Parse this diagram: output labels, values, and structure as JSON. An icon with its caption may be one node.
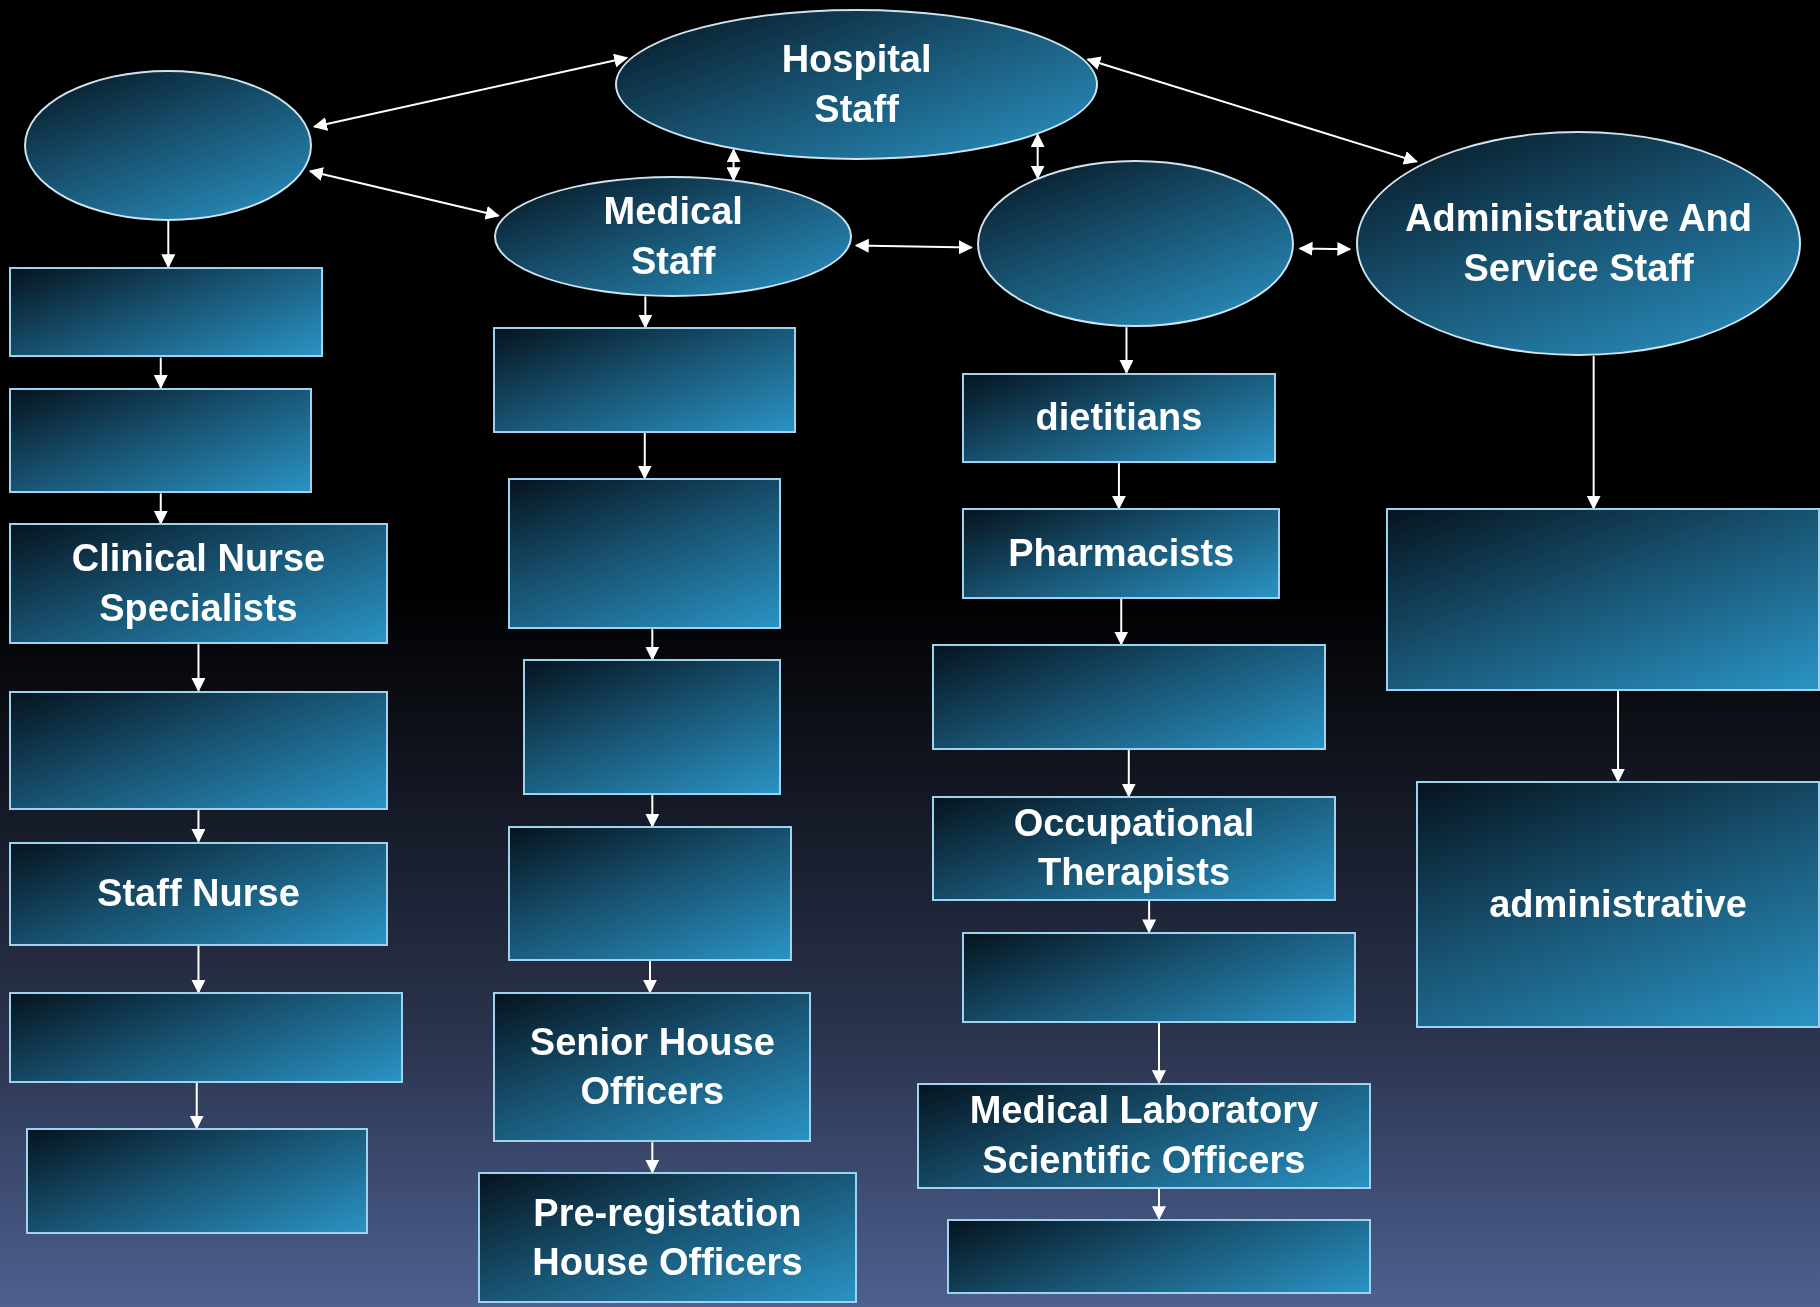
{
  "diagram": {
    "nodes": [
      {
        "text": [
          "Hospital Staff"
        ]
      },
      {
        "text": [],
        "shape": "ellipse"
      },
      {
        "text": [
          "Medical Staff"
        ]
      },
      {
        "text": [],
        "shape": "ellipse"
      },
      {
        "text": [
          "Administrative And Service Staff"
        ]
      },
      {
        "text": [],
        "shape": "box"
      },
      {
        "text": [],
        "shape": "box"
      },
      {
        "text": [
          "Clinical Nurse Specialists"
        ]
      },
      {
        "text": [],
        "shape": "box"
      },
      {
        "text": [
          "Staff Nurse"
        ]
      },
      {
        "text": [],
        "shape": "box"
      },
      {
        "text": [],
        "shape": "box"
      },
      {
        "text": [],
        "shape": "box"
      },
      {
        "text": [],
        "shape": "box"
      },
      {
        "text": [],
        "shape": "box"
      },
      {
        "text": [],
        "shape": "box"
      },
      {
        "text": [
          "Senior House Officers"
        ]
      },
      {
        "text": [
          "Pre-registation House Officers"
        ]
      },
      {
        "text": [
          "dietitians"
        ]
      },
      {
        "text": [
          "Pharmacists"
        ]
      },
      {
        "text": [],
        "shape": "box"
      },
      {
        "text": [
          "Occupational Therapists"
        ]
      },
      {
        "text": [],
        "shape": "box"
      },
      {
        "text": [
          "Medical Laboratory Scientific Officers"
        ]
      },
      {
        "text": [],
        "shape": "box"
      },
      {
        "text": [],
        "shape": "box"
      },
      {
        "text": [
          "administrative"
        ]
      }
    ],
    "edges": [
      {
        "from": 0,
        "to": 1,
        "arrow": "both"
      },
      {
        "from": 0,
        "to": 2,
        "arrow": "both"
      },
      {
        "from": 0,
        "to": 3,
        "arrow": "both"
      },
      {
        "from": 0,
        "to": 4,
        "arrow": "both"
      },
      {
        "from": 1,
        "to": 2,
        "arrow": "both"
      },
      {
        "from": 2,
        "to": 3,
        "arrow": "both"
      },
      {
        "from": 3,
        "to": 4,
        "arrow": "both"
      },
      {
        "from": 1,
        "to": 5,
        "arrow": "to"
      },
      {
        "from": 5,
        "to": 6,
        "arrow": "to"
      },
      {
        "from": 6,
        "to": 7,
        "arrow": "to"
      },
      {
        "from": 7,
        "to": 8,
        "arrow": "to"
      },
      {
        "from": 8,
        "to": 9,
        "arrow": "to"
      },
      {
        "from": 9,
        "to": 10,
        "arrow": "to"
      },
      {
        "from": 10,
        "to": 11,
        "arrow": "to"
      },
      {
        "from": 2,
        "to": 12,
        "arrow": "to"
      },
      {
        "from": 12,
        "to": 13,
        "arrow": "to"
      },
      {
        "from": 13,
        "to": 14,
        "arrow": "to"
      },
      {
        "from": 14,
        "to": 15,
        "arrow": "to"
      },
      {
        "from": 15,
        "to": 16,
        "arrow": "to"
      },
      {
        "from": 16,
        "to": 17,
        "arrow": "to"
      },
      {
        "from": 3,
        "to": 18,
        "arrow": "to"
      },
      {
        "from": 18,
        "to": 19,
        "arrow": "to"
      },
      {
        "from": 19,
        "to": 20,
        "arrow": "to"
      },
      {
        "from": 20,
        "to": 21,
        "arrow": "to"
      },
      {
        "from": 21,
        "to": 22,
        "arrow": "to"
      },
      {
        "from": 22,
        "to": 23,
        "arrow": "to"
      },
      {
        "from": 23,
        "to": 24,
        "arrow": "to"
      },
      {
        "from": 4,
        "to": 25,
        "arrow": "to"
      },
      {
        "from": 25,
        "to": 26,
        "arrow": "to"
      }
    ]
  }
}
